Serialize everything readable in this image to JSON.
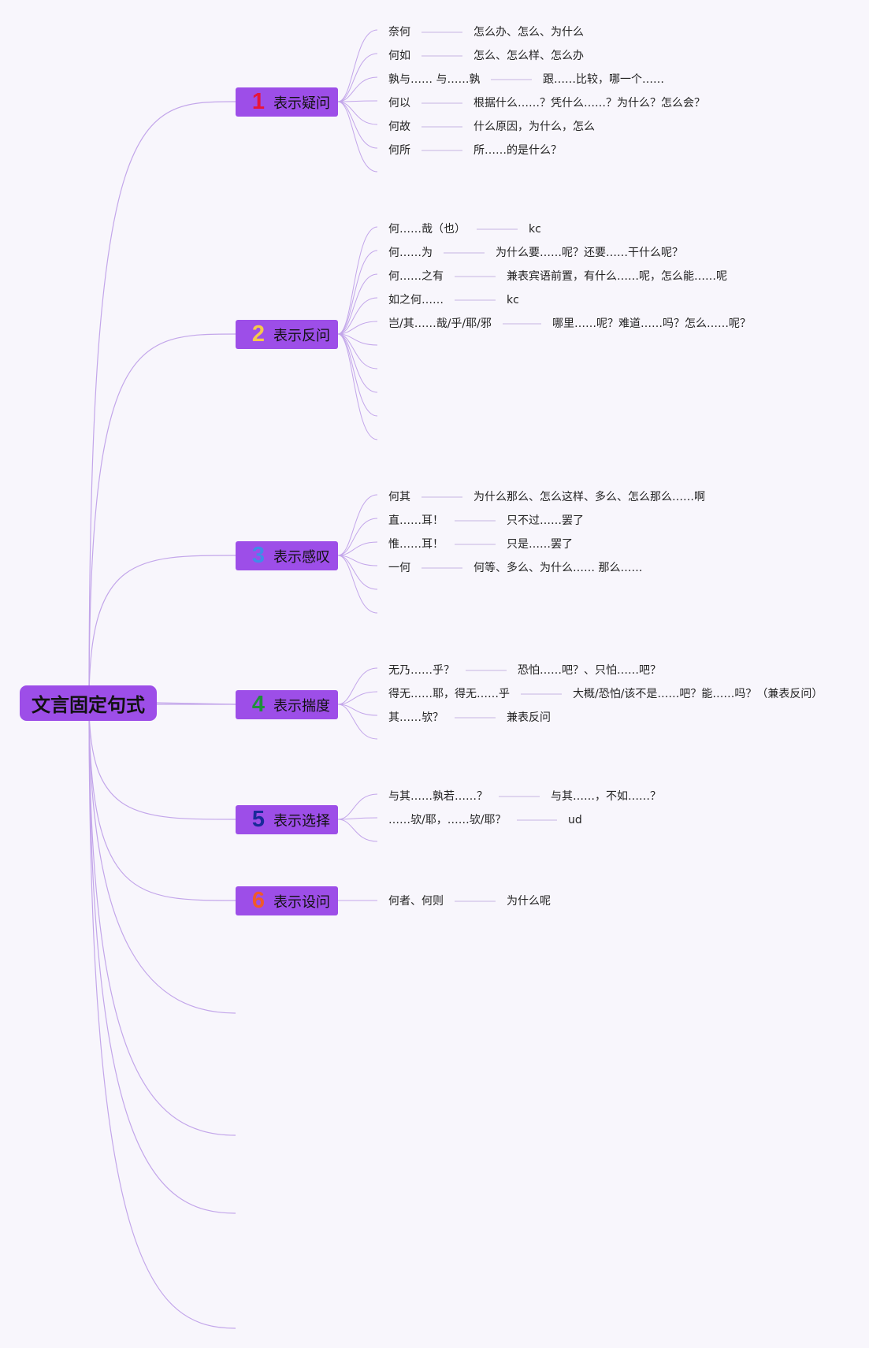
{
  "colors": {
    "background": "#f8f6fc",
    "node": "#9d4ee8",
    "link": "#c3a6ea",
    "dash": "#c6b4e2"
  },
  "root": {
    "label": "文言固定句式"
  },
  "branches": [
    {
      "id": "b1",
      "num": "1",
      "num_color": "#e8153a",
      "label": "表示疑问",
      "items": [
        {
          "term": "奈何",
          "meaning": "怎么办、怎么、为什么"
        },
        {
          "term": "何如",
          "meaning": "怎么、怎么样、怎么办"
        },
        {
          "term": "孰与…… 与……孰",
          "meaning": "跟……比较，哪一个……"
        },
        {
          "term": "何以",
          "meaning": "根据什么……？凭什么……？为什么？怎么会？"
        },
        {
          "term": "何故",
          "meaning": "什么原因，为什么，怎么"
        },
        {
          "term": "何所",
          "meaning": "所……的是什么？"
        }
      ]
    },
    {
      "id": "b2",
      "num": "2",
      "num_color": "#f6c94a",
      "label": "表示反问",
      "items": [
        {
          "term": "何……哉（也）",
          "meaning": "kc"
        },
        {
          "term": "何……为",
          "meaning": "为什么要……呢？还要……干什么呢？"
        },
        {
          "term": "何……之有",
          "meaning": "兼表宾语前置，有什么……呢，怎么能……呢"
        },
        {
          "term": "如之何……",
          "meaning": "kc"
        },
        {
          "term": "岂/其……哉/乎/耶/邪",
          "meaning": "哪里……呢？难道……吗？怎么……呢？"
        }
      ]
    },
    {
      "id": "b3",
      "num": "3",
      "num_color": "#3f8ce8",
      "label": "表示感叹",
      "items": [
        {
          "term": "何其",
          "meaning": "为什么那么、怎么这样、多么、怎么那么……啊"
        },
        {
          "term": "直……耳！",
          "meaning": "只不过……罢了"
        },
        {
          "term": "惟……耳！",
          "meaning": "只是……罢了"
        },
        {
          "term": "一何",
          "meaning": "何等、多么、为什么…… 那么……"
        }
      ]
    },
    {
      "id": "b4",
      "num": "4",
      "num_color": "#1f8f3a",
      "label": "表示揣度",
      "items": [
        {
          "term": "无乃……乎？",
          "meaning": "恐怕……吧？、只怕……吧？"
        },
        {
          "term": "得无……耶，得无……乎",
          "meaning": "大概/恐怕/该不是……吧？能……吗？（兼表反问）"
        },
        {
          "term": "其……欤？",
          "meaning": "兼表反问"
        }
      ]
    },
    {
      "id": "b5",
      "num": "5",
      "num_color": "#1a2a9a",
      "label": "表示选择",
      "items": [
        {
          "term": "与其……孰若……？",
          "meaning": "与其……，不如……？"
        },
        {
          "term": "……欤/耶，……欤/耶？",
          "meaning": "ud"
        }
      ]
    },
    {
      "id": "b6",
      "num": "6",
      "num_color": "#ef5a2a",
      "label": "表示设问",
      "items": [
        {
          "term": "何者、何则",
          "meaning": "为什么呢"
        }
      ]
    }
  ]
}
